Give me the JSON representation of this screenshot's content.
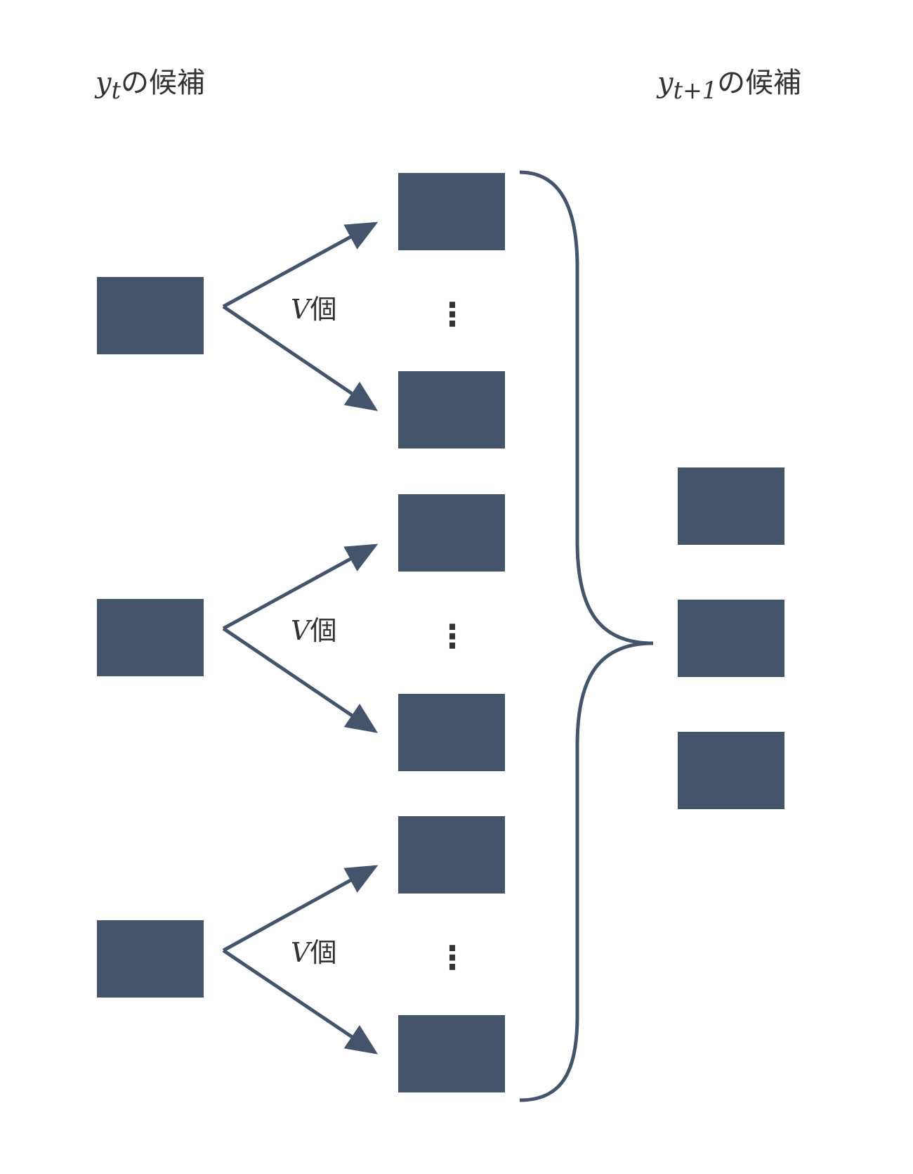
{
  "colors": {
    "box": "#44546a",
    "stroke": "#44546a",
    "text": "#333333"
  },
  "headers": {
    "left": {
      "var": "y",
      "sub": "t",
      "suffix": "の候補"
    },
    "right": {
      "var": "y",
      "sub": "t+1",
      "suffix": "の候補"
    }
  },
  "groups": [
    {
      "count_var": "V",
      "count_suffix": "個",
      "ellipsis": "⋮"
    },
    {
      "count_var": "V",
      "count_suffix": "個",
      "ellipsis": "⋮"
    },
    {
      "count_var": "V",
      "count_suffix": "個",
      "ellipsis": "⋮"
    }
  ]
}
